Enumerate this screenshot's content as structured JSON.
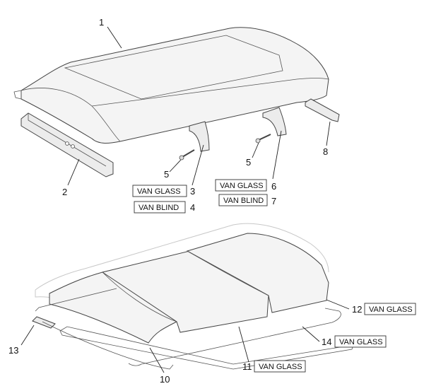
{
  "callouts": [
    {
      "id": "c1",
      "number": "1",
      "tag": ""
    },
    {
      "id": "c2",
      "number": "2",
      "tag": ""
    },
    {
      "id": "c3",
      "number": "3",
      "tag": "VAN GLASS"
    },
    {
      "id": "c4",
      "number": "4",
      "tag": "VAN BLIND"
    },
    {
      "id": "c5a",
      "number": "5",
      "tag": ""
    },
    {
      "id": "c5b",
      "number": "5",
      "tag": ""
    },
    {
      "id": "c6",
      "number": "6",
      "tag": "VAN GLASS"
    },
    {
      "id": "c7",
      "number": "7",
      "tag": "VAN BLIND"
    },
    {
      "id": "c8",
      "number": "8",
      "tag": ""
    },
    {
      "id": "c10",
      "number": "10",
      "tag": ""
    },
    {
      "id": "c11",
      "number": "11",
      "tag": "VAN GLASS"
    },
    {
      "id": "c12",
      "number": "12",
      "tag": "VAN GLASS"
    },
    {
      "id": "c13",
      "number": "13",
      "tag": ""
    },
    {
      "id": "c14",
      "number": "14",
      "tag": "VAN GLASS"
    }
  ]
}
